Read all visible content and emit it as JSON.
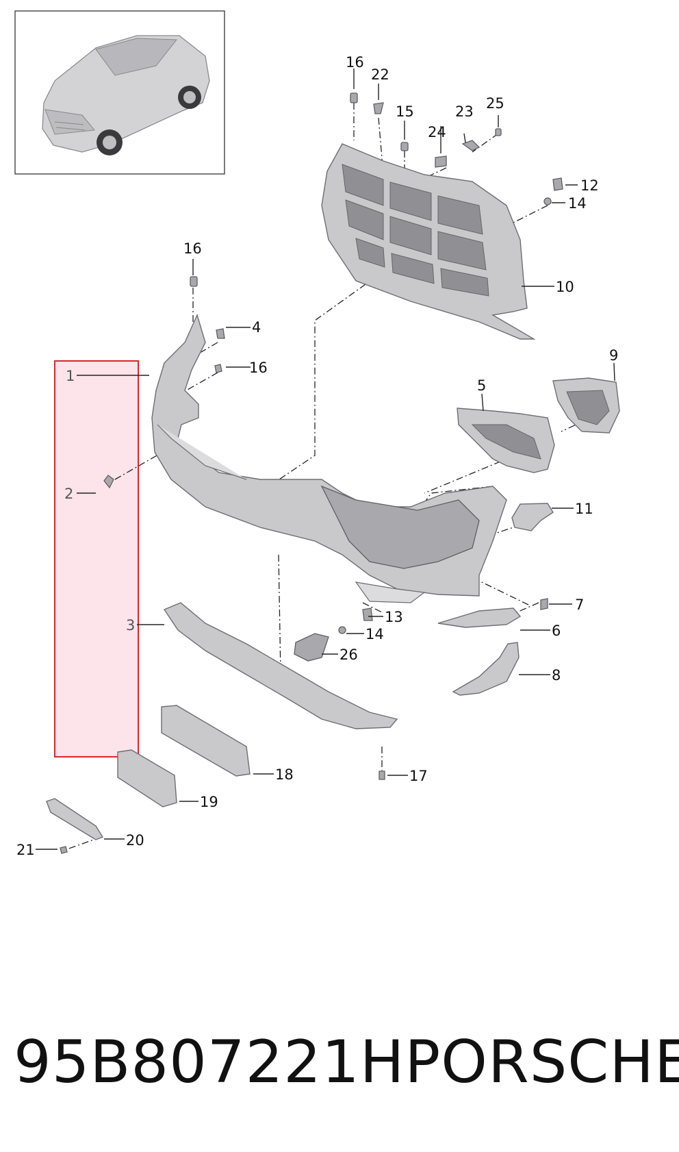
{
  "callouts": {
    "c1": "1",
    "c2": "2",
    "c3": "3",
    "c4": "4",
    "c5": "5",
    "c6": "6",
    "c7": "7",
    "c8": "8",
    "c9": "9",
    "c10": "10",
    "c11": "11",
    "c12": "12",
    "c13": "13",
    "c14a": "14",
    "c14b": "14",
    "c15": "15",
    "c16a": "16",
    "c16b": "16",
    "c16c": "16",
    "c17": "17",
    "c18": "18",
    "c19": "19",
    "c20": "20",
    "c21": "21",
    "c22": "22",
    "c23": "23",
    "c24": "24",
    "c25": "25",
    "c26": "26"
  },
  "footer": {
    "part_number": "95B807221H",
    "brand": "PORSCHE"
  },
  "colors": {
    "highlight_fill": "#fde3ea",
    "highlight_border": "#d9262e",
    "part_grey": "#c9c9cc"
  },
  "icons": {
    "inset": "car-thumbnail-icon"
  }
}
